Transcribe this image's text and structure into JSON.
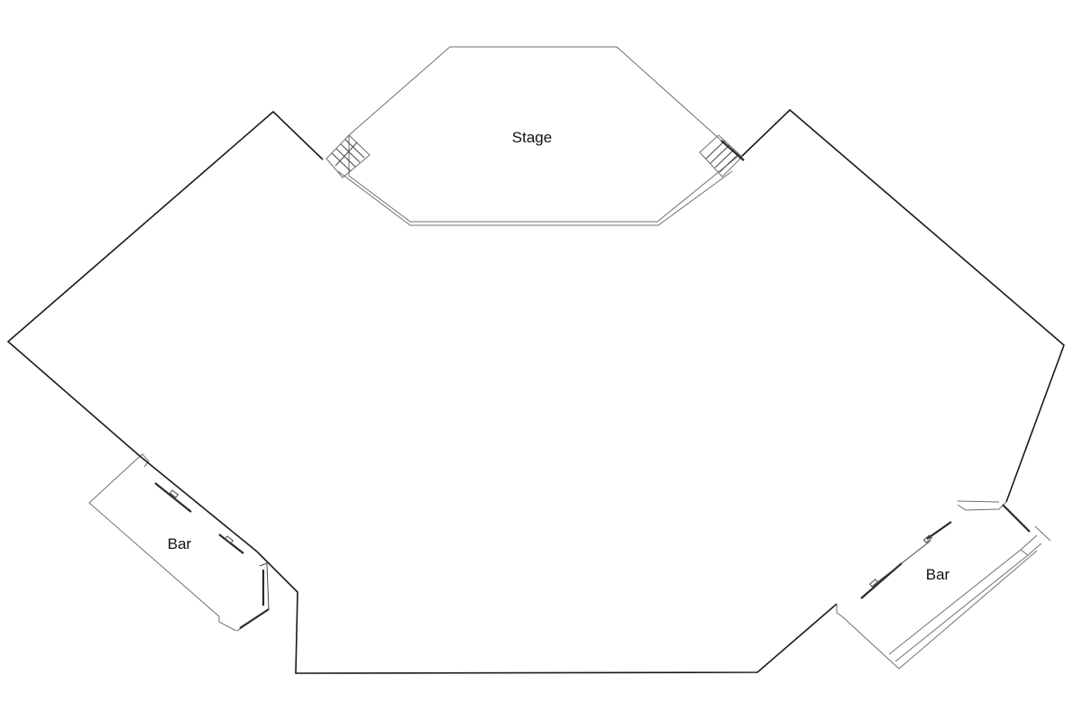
{
  "labels": {
    "stage": "Stage",
    "bar_left": "Bar",
    "bar_right": "Bar"
  }
}
